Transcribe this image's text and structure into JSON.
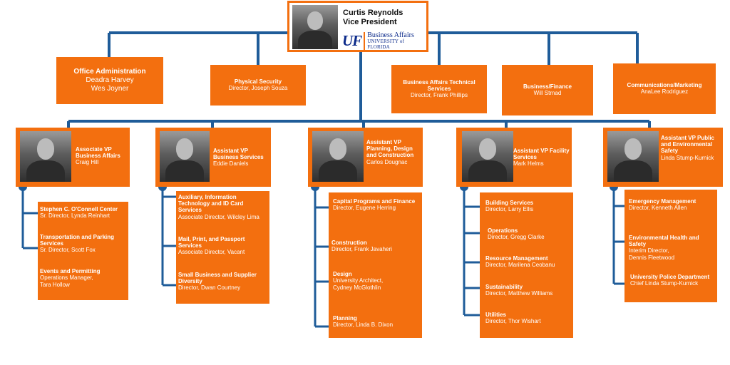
{
  "colors": {
    "box": "#f36f0f",
    "line": "#1f5c99",
    "logo_blue": "#0b2a8a"
  },
  "vp": {
    "name": "Curtis Reynolds",
    "title": "Vice President",
    "logo": {
      "mark": "UF",
      "line1": "Business Affairs",
      "line2": "UNIVERSITY of FLORIDA"
    }
  },
  "direct_reports": [
    {
      "title": "Office Administration",
      "names": [
        "Deadra Harvey",
        "Wes Joyner"
      ]
    },
    {
      "title": "Physical Security",
      "names": [
        "Director, Joseph Souza"
      ]
    },
    {
      "title": "Business Affairs Technical Services",
      "names": [
        "Director, Frank Phillips"
      ]
    },
    {
      "title": "Business/Finance",
      "names": [
        "Will Strnad"
      ]
    },
    {
      "title": "Communications/Marketing",
      "names": [
        "AnaLee Rodriguez"
      ]
    }
  ],
  "associate_vps": [
    {
      "title": "Associate VP Business Affairs",
      "name": "Craig Hill",
      "units": [
        {
          "title": "Stephen C. O'Connell Center",
          "lines": [
            "Sr. Director, Lynda Reinhart"
          ]
        },
        {
          "title": "Transportation and Parking Services",
          "lines": [
            "Sr. Director, Scott Fox"
          ]
        },
        {
          "title": "Events and Permitting",
          "lines": [
            "Operations Manager,",
            "Tara Hollow"
          ]
        }
      ]
    },
    {
      "title": "Assistant VP Business Services",
      "name": "Eddie Daniels",
      "units": [
        {
          "title": "Auxiliary, Information Technology and ID Card Services",
          "lines": [
            "Associate Director, Wilcley Lima"
          ]
        },
        {
          "title": "Mail, Print, and Passport Services",
          "lines": [
            "Associate Director, Vacant"
          ]
        },
        {
          "title": "Small Business and Supplier Diversity",
          "lines": [
            "Director, Dwan Courtney"
          ]
        }
      ]
    },
    {
      "title": "Assistant VP Planning, Design and Construction",
      "name": "Carlos Dougnac",
      "units": [
        {
          "title": "Capital Programs and Finance",
          "lines": [
            "Director, Eugene Herring"
          ]
        },
        {
          "title": "Construction",
          "lines": [
            "Director, Frank Javaheri"
          ]
        },
        {
          "title": "Design",
          "lines": [
            "University Architect,",
            "Cydney McGlothlin"
          ]
        },
        {
          "title": "Planning",
          "lines": [
            "Director, Linda B. Dixon"
          ]
        }
      ]
    },
    {
      "title": "Assistant VP Facility Services",
      "name": "Mark Helms",
      "units": [
        {
          "title": "Building Services",
          "lines": [
            "Director, Larry Ellis"
          ]
        },
        {
          "title": "Operations",
          "lines": [
            "Director, Gregg Clarke"
          ]
        },
        {
          "title": "Resource Management",
          "lines": [
            "Director, Marilena Ceobanu"
          ]
        },
        {
          "title": "Sustainability",
          "lines": [
            "Director, Matthew Williams"
          ]
        },
        {
          "title": "Utilities",
          "lines": [
            "Director, Thor Wishart"
          ]
        }
      ]
    },
    {
      "title": "Assistant VP Public and Environmental Safety",
      "name": "Linda Stump-Kurnick",
      "units": [
        {
          "title": "Emergency Management",
          "lines": [
            "Director, Kenneth Allen"
          ]
        },
        {
          "title": "Environmental Health and Safety",
          "lines": [
            "Interim Director,",
            "Dennis Fleetwood"
          ]
        },
        {
          "title": "University Police Department",
          "lines": [
            "Chief Linda Stump-Kurnick"
          ]
        }
      ]
    }
  ]
}
